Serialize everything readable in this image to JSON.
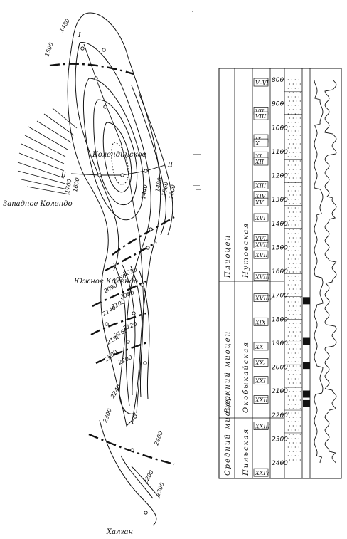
{
  "map": {
    "field_labels": {
      "kolendinskoe": "Колендинское",
      "zapadnoe": "Западное Колендо",
      "yuzhnoe": "Южное Колендо",
      "khalgan": "Халган"
    },
    "section_marks": {
      "i_top": "I",
      "i_bottom": "I",
      "ii_left": "II",
      "ii_right": "II"
    },
    "contours": {
      "c1480": "1480",
      "c1500": "1500",
      "c1700": "1700",
      "c1600": "1600",
      "c1440": "1440",
      "c1480b": "1480",
      "c1560": "1560",
      "c1600b": "1600",
      "c2010": "2010",
      "c2050": "2050",
      "c2090": "2090",
      "c2080": "2080",
      "c2100": "2100",
      "c2140": "2140",
      "c2120": "2120",
      "c2160": "2160",
      "c2180": "2180",
      "c2200": "2200",
      "c2200b": "2200",
      "c2240": "2240",
      "c2300": "2300",
      "c2400": "2400",
      "c2200c": "2200",
      "c2300b": "2300"
    }
  },
  "column": {
    "depths": [
      "800",
      "900",
      "1000",
      "1100",
      "1200",
      "1300",
      "1400",
      "1500",
      "1600",
      "1700",
      "1800",
      "1900",
      "2000",
      "2100",
      "2200",
      "2300",
      "2400"
    ],
    "horizons": [
      {
        "label": "V–VI",
        "depth": 815
      },
      {
        "label": "VII",
        "depth": 935
      },
      {
        "label": "VIII",
        "depth": 955
      },
      {
        "label": "IX",
        "depth": 1050
      },
      {
        "label": "X",
        "depth": 1068
      },
      {
        "label": "XI",
        "depth": 1122
      },
      {
        "label": "XII",
        "depth": 1145
      },
      {
        "label": "XIII",
        "depth": 1245
      },
      {
        "label": "XIV",
        "depth": 1287
      },
      {
        "label": "XV",
        "depth": 1315
      },
      {
        "label": "XVI",
        "depth": 1380
      },
      {
        "label": "XVIₐ",
        "depth": 1468
      },
      {
        "label": "XVII",
        "depth": 1492
      },
      {
        "label": "XVII",
        "depth": 1535
      },
      {
        "label": "XVIII",
        "depth": 1626
      },
      {
        "label": "XVIIIₐ",
        "depth": 1715
      },
      {
        "label": "XIX",
        "depth": 1815
      },
      {
        "label": "XX",
        "depth": 1918
      },
      {
        "label": "XXₐ",
        "depth": 1985
      },
      {
        "label": "XXI",
        "depth": 2060
      },
      {
        "label": "XXII",
        "depth": 2140
      },
      {
        "label": "XXIII",
        "depth": 2250
      },
      {
        "label": "XXIV",
        "depth": 2445
      }
    ],
    "stratigraphy": {
      "pliocene": "Плиоцен",
      "nutovskaya": "Нутовская",
      "upper_miocene": "Верхний миоцен",
      "okobykayskaya": "Окобыкайская",
      "middle_miocene": "Средний миоцен",
      "dagi": "Пильская"
    }
  }
}
